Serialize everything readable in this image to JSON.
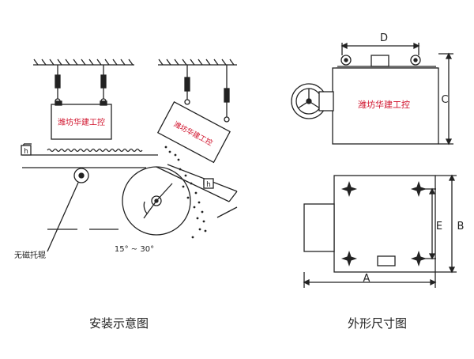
{
  "install_diagram": {
    "caption": "安装示意图",
    "magnet_label_left": "潍坊华建工控",
    "magnet_label_right": "潍坊华建工控",
    "h_label_left": "h",
    "h_label_right": "h",
    "angle_label": "15° ~ 30°",
    "roller_label": "无磁托辊"
  },
  "dimension_diagram": {
    "caption": "外形尺寸图",
    "magnet_label": "潍坊华建工控",
    "dim_d": "D",
    "dim_c": "C",
    "dim_a": "A",
    "dim_b": "B",
    "dim_e": "E"
  },
  "colors": {
    "line": "#222222",
    "magnet_text": "#d0102a"
  }
}
